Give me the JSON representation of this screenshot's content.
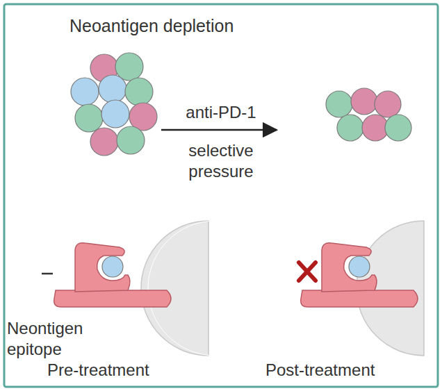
{
  "diagram": {
    "title": "Neoantigen depletion",
    "labels": [
      "anti-PD-1",
      "selective pressure",
      "Neontigen epitope",
      "Pre-treatment",
      "Post-treatment"
    ]
  }
}
